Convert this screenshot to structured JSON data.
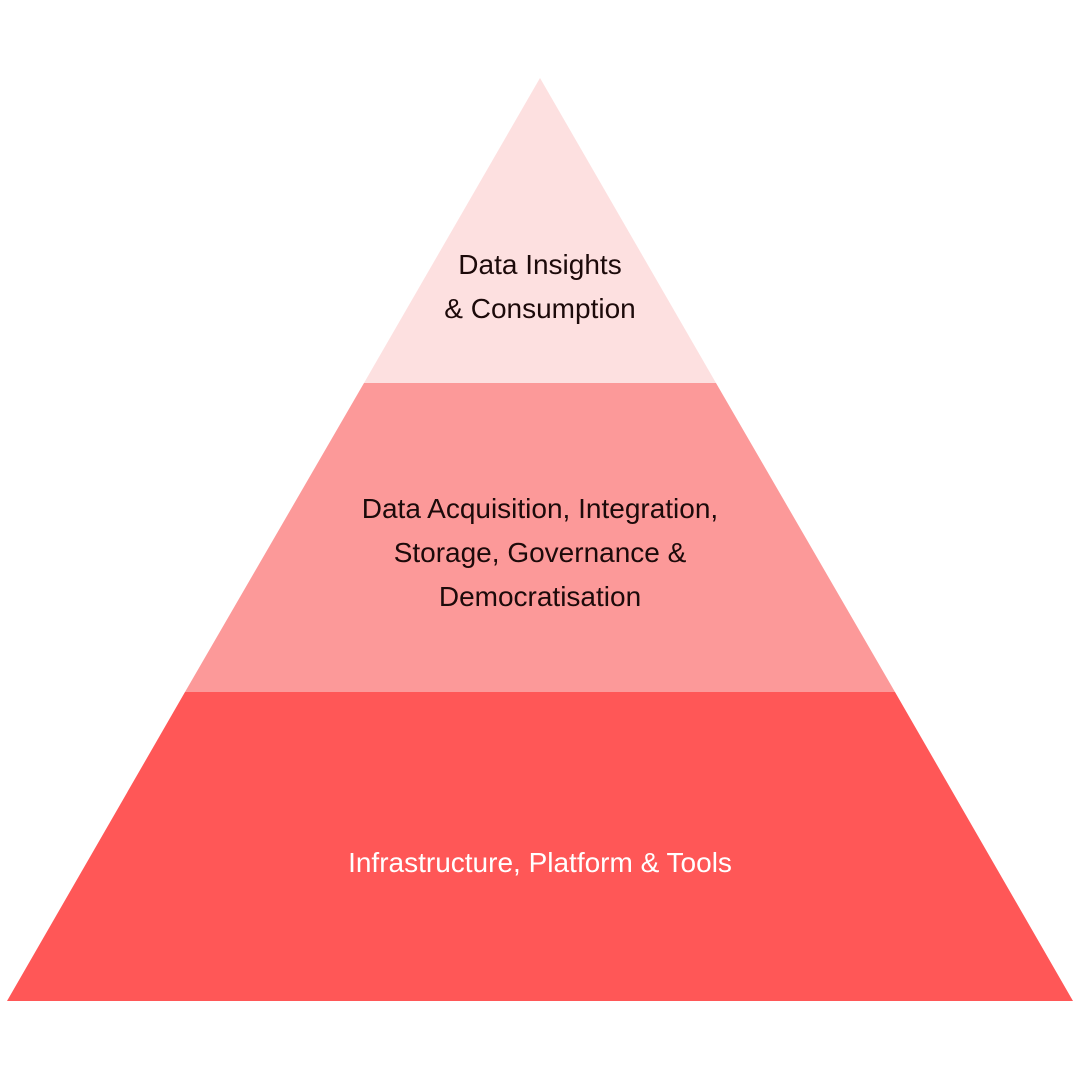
{
  "pyramid": {
    "tiers": [
      {
        "id": "top",
        "lines": [
          "Data Insights",
          "& Consumption"
        ],
        "fill": "#fde0e0",
        "text_color": "#1c0a0a"
      },
      {
        "id": "middle",
        "lines": [
          "Data Acquisition, Integration,",
          "Storage, Governance &",
          "Democratisation"
        ],
        "fill": "#fc9999",
        "text_color": "#1c0a0a"
      },
      {
        "id": "bottom",
        "lines": [
          "Infrastructure, Platform & Tools"
        ],
        "fill": "#ff5757",
        "text_color": "#ffffff"
      }
    ]
  }
}
